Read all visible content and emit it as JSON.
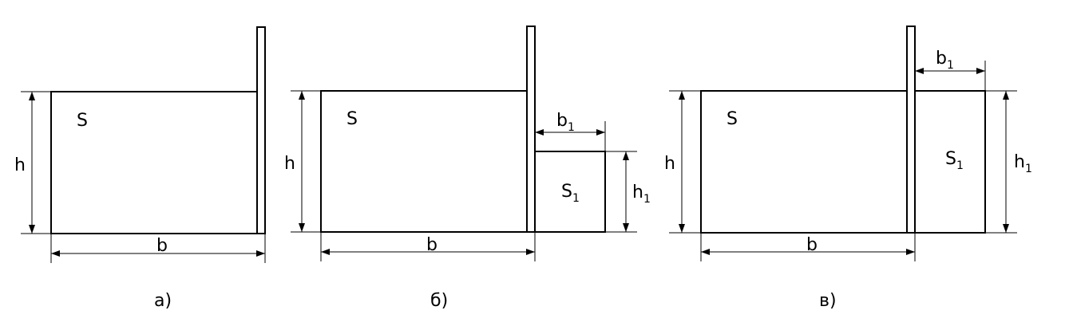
{
  "figures": [
    {
      "caption": "а)",
      "area_label": "S",
      "height_label": "h",
      "width_label": "b"
    },
    {
      "caption": "б)",
      "area_label": "S",
      "height_label": "h",
      "width_label": "b",
      "sub_area_label": "S",
      "sub_area_index": "1",
      "sub_width_label": "b",
      "sub_width_index": "1",
      "sub_height_label": "h",
      "sub_height_index": "1"
    },
    {
      "caption": "в)",
      "area_label": "S",
      "height_label": "h",
      "width_label": "b",
      "sub_area_label": "S",
      "sub_area_index": "1",
      "sub_width_label": "b",
      "sub_width_index": "1",
      "sub_height_label": "h",
      "sub_height_index": "1"
    }
  ]
}
